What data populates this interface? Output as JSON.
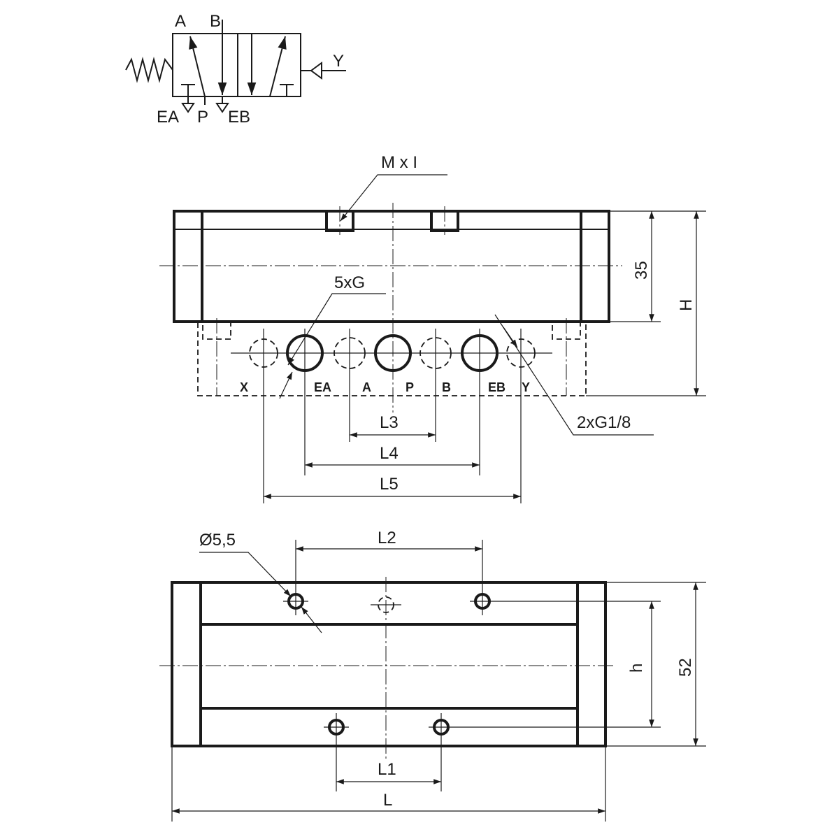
{
  "symbol": {
    "labels": {
      "a": "A",
      "b": "B",
      "ea": "EA",
      "p": "P",
      "eb": "EB",
      "y": "Y"
    }
  },
  "front_view": {
    "callouts": {
      "mxi": "M x I",
      "ports_thread": "5xG",
      "pilot_thread": "2xG1/8"
    },
    "port_labels": [
      "X",
      "EA",
      "A",
      "P",
      "B",
      "EB",
      "Y"
    ],
    "dimensions": {
      "l3": "L3",
      "l4": "L4",
      "l5": "L5",
      "height_35": "35",
      "height_h": "H"
    }
  },
  "top_view": {
    "callouts": {
      "hole": "Ø5,5"
    },
    "dimensions": {
      "l2": "L2",
      "l1": "L1",
      "l": "L",
      "h": "h",
      "width_52": "52"
    }
  },
  "colors": {
    "ink": "#1a1a1a",
    "background": "#ffffff"
  }
}
